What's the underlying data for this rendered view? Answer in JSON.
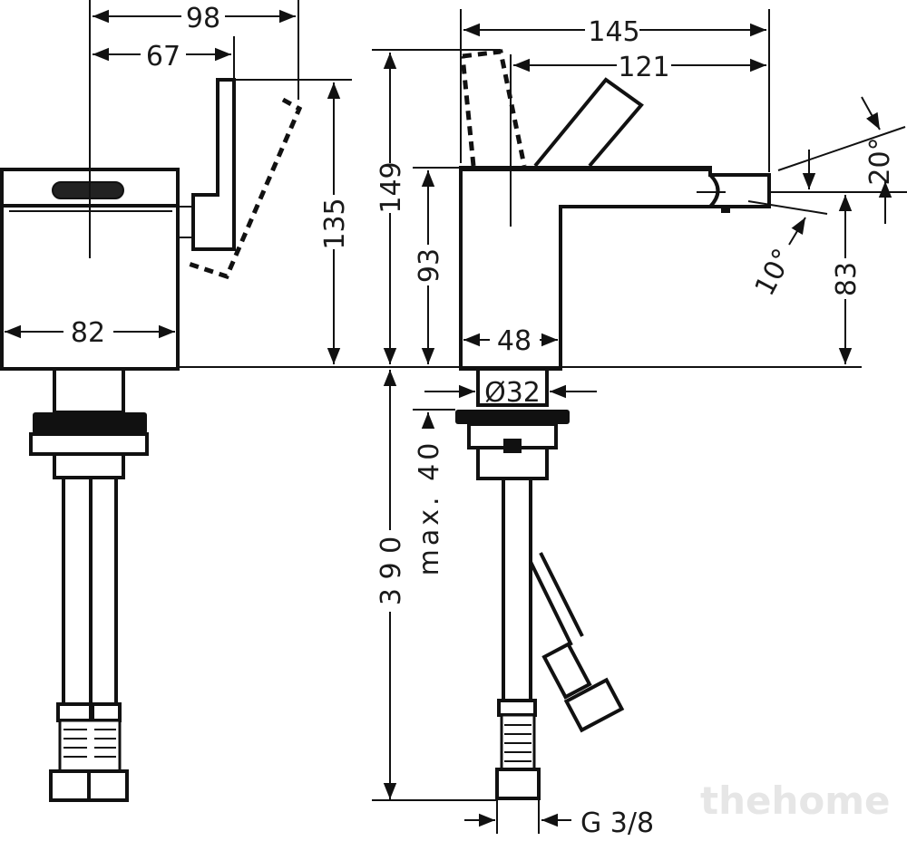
{
  "left_view": {
    "width_98": "98",
    "width_67": "67",
    "height_135": "135",
    "width_82": "82"
  },
  "right_view": {
    "width_145": "145",
    "width_121": "121",
    "height_149": "149",
    "height_93": "93",
    "width_48": "48",
    "diameter": "Ø32",
    "height_83": "83",
    "angle_20": "20°",
    "angle_10": "10°",
    "max_40": "max. 40",
    "height_390": "3 9 0",
    "thread": "G 3/8"
  },
  "watermark": "thehome",
  "colors": {
    "line": "#111111",
    "watermark": "#e6e6e6"
  }
}
